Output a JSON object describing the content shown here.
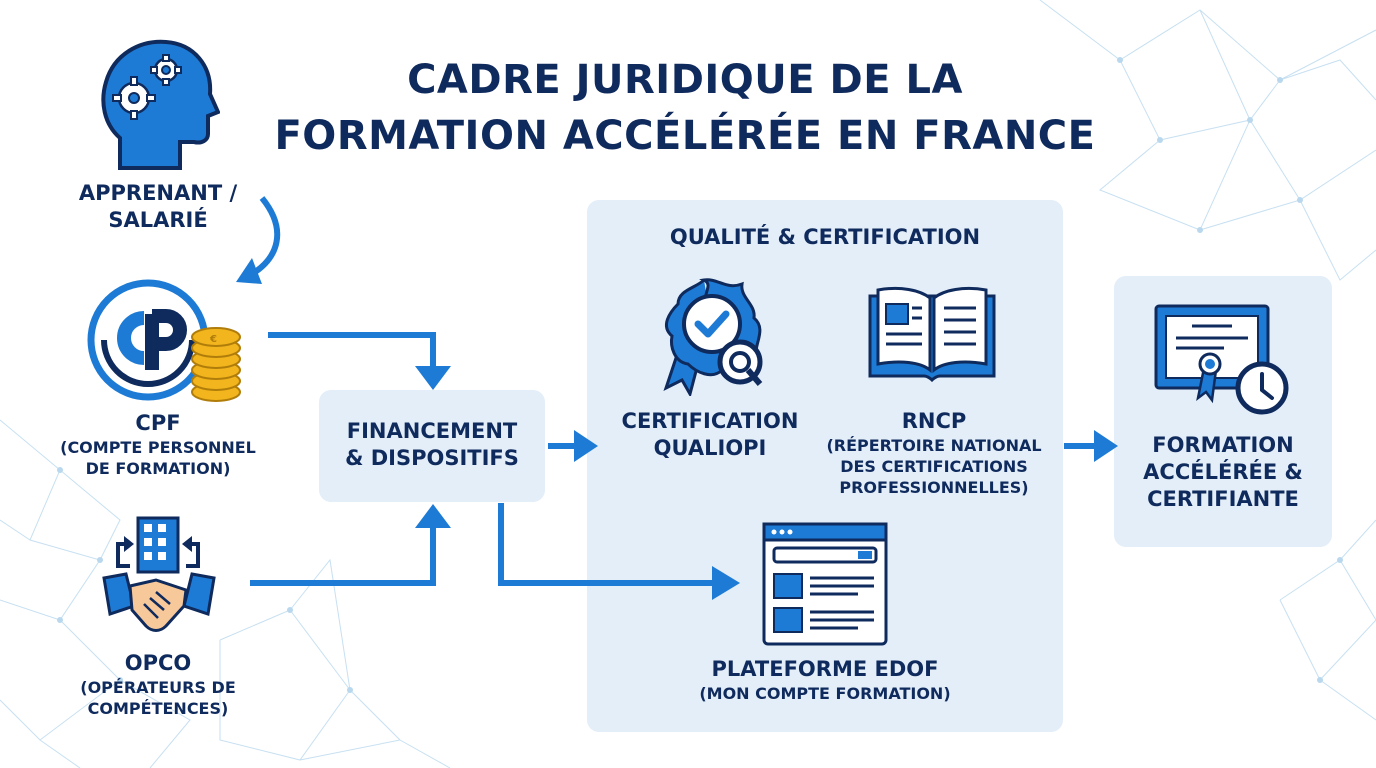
{
  "title": {
    "line1": "CADRE JURIDIQUE DE LA",
    "line2": "FORMATION ACCÉLÉRÉE EN FRANCE"
  },
  "nodes": {
    "apprenant": {
      "line1": "APPRENANT /",
      "line2": "SALARIÉ"
    },
    "cpf": {
      "main": "CPF",
      "sub1": "(COMPTE PERSONNEL",
      "sub2": "DE FORMATION)"
    },
    "opco": {
      "main": "OPCO",
      "sub1": "(OPÉRATEURS DE",
      "sub2": "COMPÉTENCES)"
    },
    "financement": {
      "line1": "FINANCEMENT",
      "line2": "& DISPOSITIFS"
    },
    "qualite": {
      "heading": "QUALITÉ & CERTIFICATION"
    },
    "qualiopi": {
      "line1": "CERTIFICATION",
      "line2": "QUALIOPI"
    },
    "rncp": {
      "main": "RNCP",
      "sub1": "(RÉPERTOIRE NATIONAL",
      "sub2": "DES CERTIFICATIONS",
      "sub3": "PROFESSIONNELLES)"
    },
    "edof": {
      "main": "PLATEFORME EDOF",
      "sub": "(MON COMPTE FORMATION)"
    },
    "formation": {
      "line1": "FORMATION",
      "line2": "ACCÉLÉRÉE &",
      "line3": "CERTIFIANTE"
    }
  },
  "icons": {
    "head": "head-with-gears-icon",
    "cpf_logo": "cpf-logo-with-coins-icon",
    "opco": "building-handshake-icon",
    "qualiopi": "rosette-badge-icon",
    "rncp": "open-book-icon",
    "edof": "browser-window-icon",
    "formation": "certificate-clock-icon"
  },
  "colors": {
    "navy": "#0f2a5c",
    "blue": "#1d7bd6",
    "panel": "#e3eef9",
    "coin": "#f2b51d"
  }
}
